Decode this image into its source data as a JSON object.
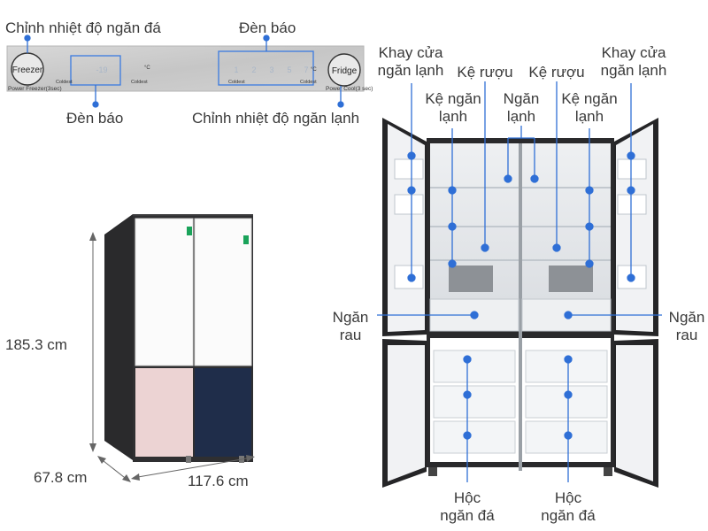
{
  "control_panel": {
    "freezer_label": "Freezer",
    "freezer_sub": "Power Freezer(3sec)",
    "freezer_temp": "-19",
    "freezer_unit": "°C",
    "freezer_coldest": "Coldest",
    "freezer_coldest2": "Coldest",
    "fridge_label": "Fridge",
    "fridge_sub": "Power Cool(3 sec)",
    "fridge_levels": [
      "1",
      "2",
      "3",
      "5",
      "7"
    ],
    "fridge_unit": "°C",
    "fridge_coldest": "Coldest",
    "fridge_coldest2": "Coldest"
  },
  "labels": {
    "freezer_temp_control": "Chỉnh nhiệt độ ngăn đá",
    "indicator_top": "Đèn báo",
    "indicator_left": "Đèn báo",
    "fridge_temp_control": "Chỉnh nhiệt độ ngăn lạnh",
    "door_tray_left": "Khay cửa\nngăn lạnh",
    "door_tray_right": "Khay cửa\nngăn lạnh",
    "wine_rack_left": "Kệ rượu",
    "wine_rack_right": "Kệ rượu",
    "shelf_left": "Kệ ngăn\nlạnh",
    "shelf_right": "Kệ ngăn\nlạnh",
    "fridge_compartment": "Ngăn\nlạnh",
    "crisper_left": "Ngăn\nrau",
    "crisper_right": "Ngăn\nrau",
    "freezer_drawer_left": "Hộc\nngăn đá",
    "freezer_drawer_right": "Hộc\nngăn đá"
  },
  "dimensions": {
    "height": "185.3 cm",
    "depth": "67.8 cm",
    "width": "117.6 cm"
  },
  "colors": {
    "accent_dot": "#2f6fd6",
    "panel_bg": "#c9c9c9",
    "display_blue": "#3b7be0",
    "pink_panel": "#ecd3d3",
    "navy_panel": "#1f2d4a",
    "white_glass": "#fbfbfb",
    "body_dark": "#2e2e30"
  }
}
